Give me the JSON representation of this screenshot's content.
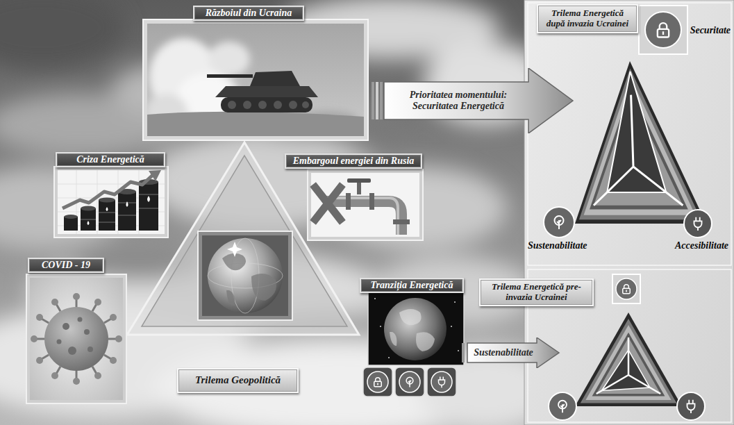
{
  "diagram": {
    "nodes": [
      {
        "text": [
          "Războiul din Ucraina"
        ]
      },
      {
        "text": [
          "Trilema Energetică după invazia Ucrainei"
        ]
      },
      {
        "text": [
          "Prioritatea momentului: Securitatea Energetică"
        ]
      },
      {
        "text": [
          "Criza Energetică"
        ]
      },
      {
        "text": [
          "Embargoul energiei din Rusia"
        ]
      },
      {
        "text": [
          "COVID - 19"
        ]
      },
      {
        "text": [
          "Tranziția Energetică"
        ]
      },
      {
        "text": [
          "Trilema Energetică pre-invazia Ucrainei"
        ]
      },
      {
        "text": [
          "Sustenabilitate"
        ]
      },
      {
        "text": [
          "Trilema Geopolitică"
        ]
      }
    ],
    "labels": [
      "Securitate",
      "Sustenabilitate",
      "Accesibilitate"
    ]
  }
}
